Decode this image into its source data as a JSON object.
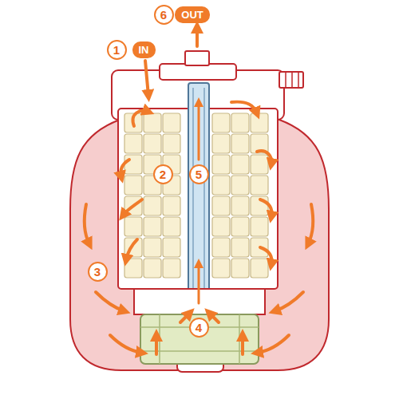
{
  "diagram": {
    "nodes": [
      {
        "text": [
          "6"
        ]
      },
      {
        "text": [
          "OUT"
        ]
      },
      {
        "text": [
          "1"
        ]
      },
      {
        "text": [
          "IN"
        ]
      },
      {
        "text": [
          "2"
        ]
      },
      {
        "text": [
          "5"
        ]
      },
      {
        "text": [
          "3"
        ]
      },
      {
        "text": [
          "4"
        ]
      }
    ]
  }
}
